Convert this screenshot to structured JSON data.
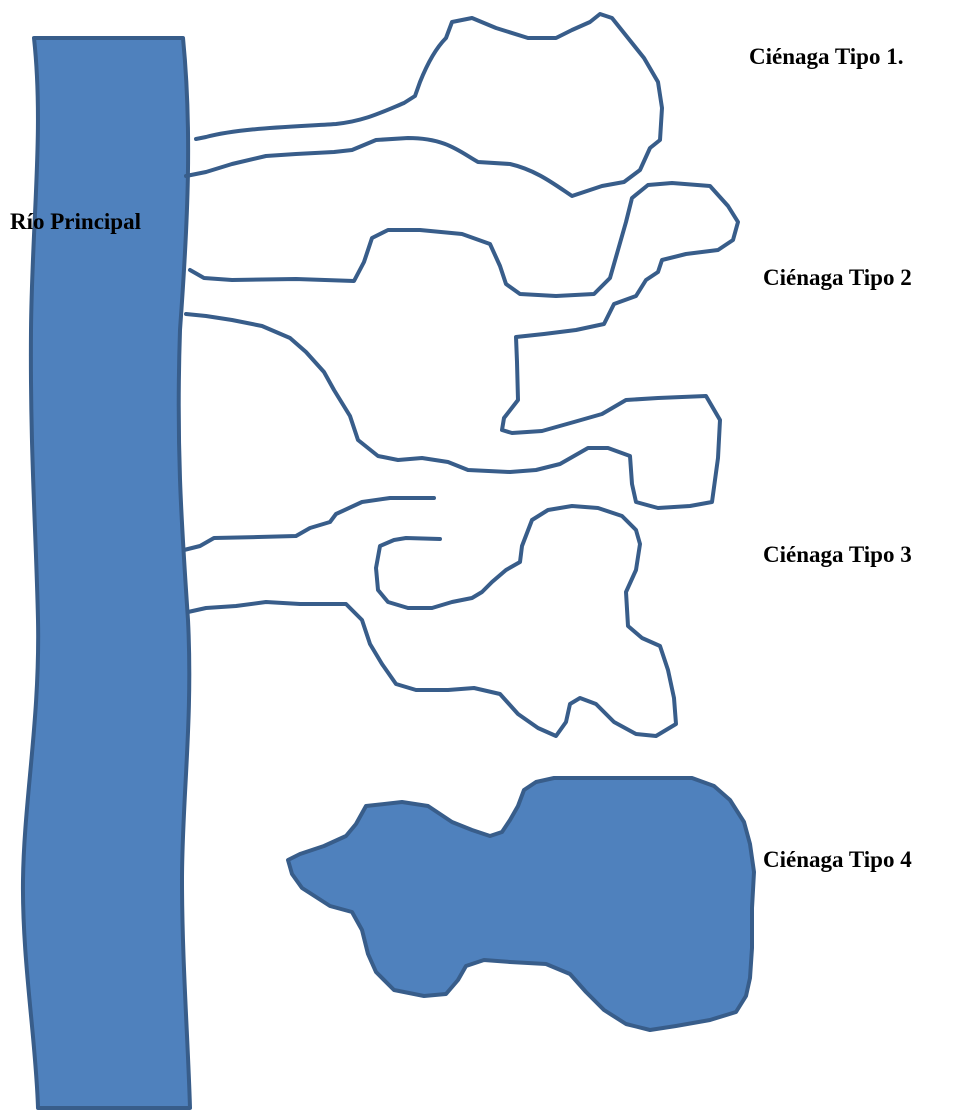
{
  "labels": {
    "main_river": "Río Principal",
    "type_1": "Ciénaga Tipo 1.",
    "type_2": "Ciénaga Tipo 2",
    "type_3": "Ciénaga Tipo 3",
    "type_4": "Ciénaga Tipo 4"
  },
  "colors": {
    "water_fill": "#4f81bd",
    "outline": "#385d8a",
    "text": "#000000",
    "background": "#ffffff"
  }
}
